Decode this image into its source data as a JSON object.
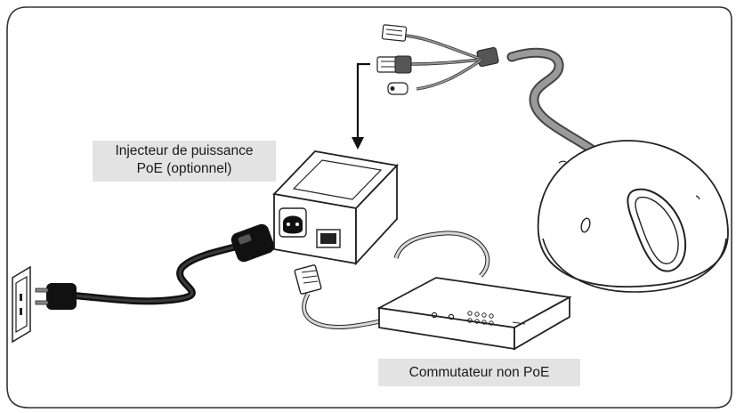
{
  "labels": {
    "injector_line1": "Injecteur de puissance",
    "injector_line2": "PoE (optionnel)",
    "switch": "Commutateur non PoE"
  },
  "colors": {
    "frame_stroke": "#333333",
    "label_bg": "#e3e3e3",
    "camera_fill": "#ffffff",
    "cable_dark": "#111111",
    "cable_grey": "#7f7f7f"
  },
  "icons": [
    "wall-outlet-icon",
    "power-plug-icon",
    "poe-injector-icon",
    "network-switch-icon",
    "dome-camera-icon",
    "rj45-connector-icon",
    "dc-power-connector-icon",
    "down-arrow-icon"
  ]
}
